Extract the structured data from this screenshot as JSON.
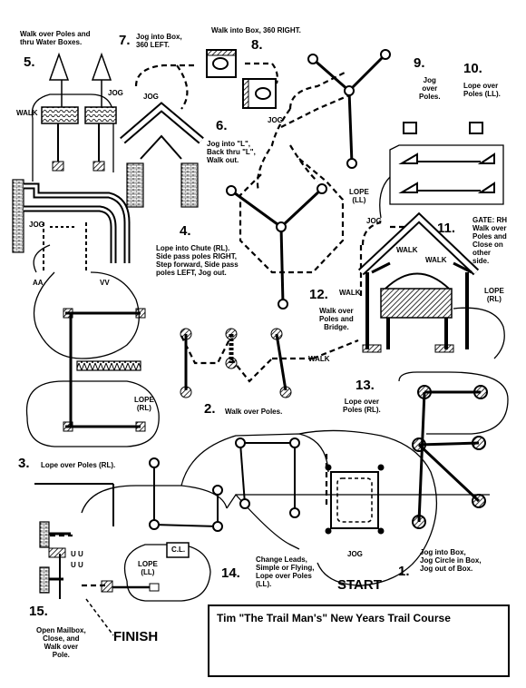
{
  "title": "Tim \"The Trail Man's\" New Years Trail Course",
  "start": "START",
  "finish": "FINISH",
  "obstacles": {
    "o1": {
      "num": "1.",
      "lines": [
        "Jog into Box,",
        "Jog Circle in Box,",
        "Jog out of Box."
      ]
    },
    "o2": {
      "num": "2.",
      "lines": [
        "Walk over Poles."
      ]
    },
    "o3": {
      "num": "3.",
      "lines": [
        "Lope over Poles (RL)."
      ]
    },
    "o4": {
      "num": "4.",
      "lines": [
        "Lope into Chute (RL).",
        "Side pass poles RIGHT,",
        "Step forward, Side pass",
        "poles LEFT, Jog out."
      ]
    },
    "o5": {
      "num": "5.",
      "lines": [
        "Walk over Poles and",
        "thru Water Boxes."
      ]
    },
    "o6": {
      "num": "6.",
      "lines": [
        "Jog into \"L\",",
        "Back thru \"L\",",
        "Walk out."
      ]
    },
    "o7": {
      "num": "7.",
      "lines": [
        "Jog into Box,",
        "360 LEFT."
      ]
    },
    "o8": {
      "num": "8.",
      "lines": [
        "Walk into Box, 360 RIGHT."
      ]
    },
    "o9": {
      "num": "9.",
      "lines": [
        "Jog",
        "over",
        "Poles."
      ]
    },
    "o10": {
      "num": "10.",
      "lines": [
        "Lope over",
        "Poles (LL)."
      ]
    },
    "o11": {
      "num": "11.",
      "lines": [
        "GATE: RH",
        "Walk over",
        "Poles and",
        "Close on",
        "other",
        "side."
      ]
    },
    "o12": {
      "num": "12.",
      "lines": [
        "Walk over",
        "Poles and",
        "Bridge."
      ]
    },
    "o13": {
      "num": "13.",
      "lines": [
        "Lope over",
        "Poles (RL)."
      ]
    },
    "o14": {
      "num": "14.",
      "lines": [
        "Change Leads,",
        "Simple or Flying,",
        "Lope over Poles",
        "(LL)."
      ]
    },
    "o15": {
      "num": "15.",
      "lines": [
        "Open Mailbox,",
        "Close, and",
        "Walk over",
        "Pole."
      ]
    }
  },
  "marks": {
    "walk_5": "WALK",
    "jog_5": "JOG",
    "jog_7": "JOG",
    "jog_6": "JOG",
    "jog_4": "JOG",
    "aa": "AA",
    "vv": "VV",
    "lope_ll_9": "LOPE",
    "lope_ll_9b": "(LL)",
    "jog_11": "JOG",
    "walk_11a": "WALK",
    "walk_11b": "WALK",
    "walk_12": "WALK",
    "lope_rl_11": "LOPE",
    "lope_rl_11b": "(RL)",
    "walk_2": "WALK",
    "lope_rl_3": "LOPE",
    "lope_rl_3b": "(RL)",
    "jog_1": "JOG",
    "cl": "C.L.",
    "lope_ll_14": "LOPE",
    "lope_ll_14b": "(LL)",
    "uu1": "U U",
    "uu2": "U U"
  }
}
